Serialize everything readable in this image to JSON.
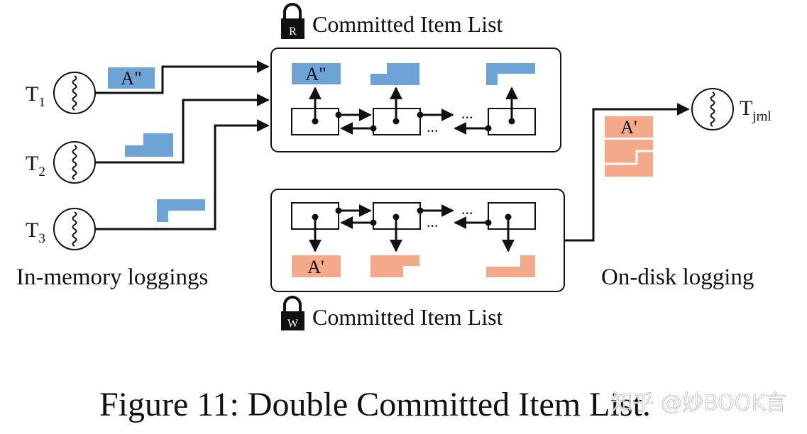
{
  "top_list": {
    "title": "Committed Item List",
    "lock_letter": "R",
    "first_item_label": "A\"",
    "ellipsis": "..."
  },
  "bottom_list": {
    "title": "Committed Item List",
    "lock_letter": "W",
    "first_item_label": "A'",
    "ellipsis": "..."
  },
  "threads": [
    {
      "name": "T",
      "sub": "1",
      "item_label": "A\""
    },
    {
      "name": "T",
      "sub": "2",
      "item_label": ""
    },
    {
      "name": "T",
      "sub": "3",
      "item_label": ""
    }
  ],
  "journal": {
    "name": "T",
    "sub": "jrnl",
    "item_label": "A'"
  },
  "labels": {
    "in_memory": "In-memory loggings",
    "on_disk": "On-disk logging"
  },
  "caption": "Figure 11: Double Committed Item List.",
  "watermark": "知乎 @妙BOOK言",
  "colors": {
    "blue": "#6ea3d8",
    "orange": "#f4a98a",
    "line": "#111111"
  }
}
